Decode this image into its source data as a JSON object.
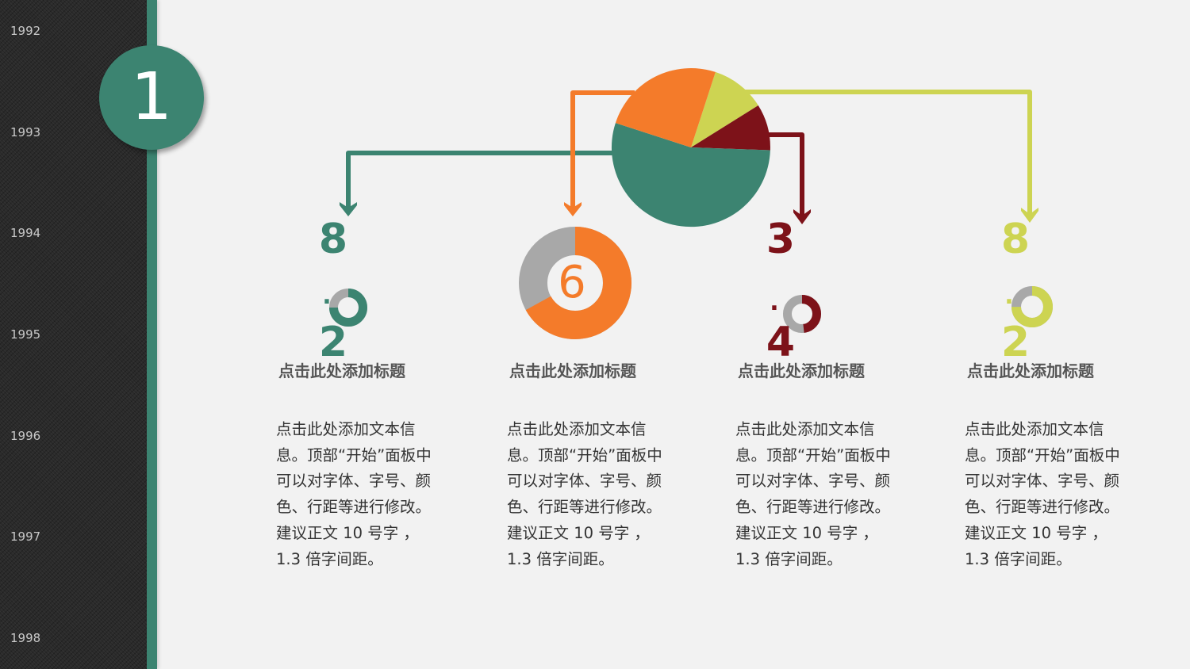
{
  "sidebar": {
    "years": [
      "1992",
      "1993",
      "1994",
      "1995",
      "1996",
      "1997",
      "1998"
    ]
  },
  "badge": {
    "number": "1"
  },
  "colors": {
    "green": "#3c8471",
    "orange": "#f47b2a",
    "darkred": "#7d1219",
    "yellow": "#cdd452",
    "gray": "#a8a8a8",
    "background": "#f2f2f2",
    "sidebar": "#2a2a2a"
  },
  "chart_data": [
    {
      "type": "pie",
      "title": "",
      "categories": [
        "yellow",
        "darkred",
        "green",
        "orange"
      ],
      "values": [
        11,
        9.5,
        54.5,
        25
      ],
      "colors": [
        "#cdd452",
        "#7d1219",
        "#3c8471",
        "#f47b2a"
      ]
    },
    {
      "type": "pie",
      "subtype": "donut",
      "items": [
        {
          "label": "8.2",
          "color": "#3c8471",
          "value": 75
        },
        {
          "label": "6",
          "color": "#f47b2a",
          "value": 67
        },
        {
          "label": "3.4",
          "color": "#7d1219",
          "value": 48
        },
        {
          "label": "8.2",
          "color": "#cdd452",
          "value": 75
        }
      ]
    }
  ],
  "columns": [
    {
      "num_top": "8",
      "num_dot": ".",
      "num_bottom": "2",
      "title": "点击此处添加标题",
      "body": "点击此处添加文本信息。顶部“开始”面板中可以对字体、字号、颜色、行距等进行修改。建议正文 10 号字 ， 1.3 倍字间距。"
    },
    {
      "num_center": "6",
      "title": "点击此处添加标题",
      "body": "点击此处添加文本信息。顶部“开始”面板中可以对字体、字号、颜色、行距等进行修改。建议正文 10 号字 ， 1.3 倍字间距。"
    },
    {
      "num_top": "3",
      "num_dot": ".",
      "num_bottom": "4",
      "title": "点击此处添加标题",
      "body": "点击此处添加文本信息。顶部“开始”面板中可以对字体、字号、颜色、行距等进行修改。建议正文 10 号字 ， 1.3 倍字间距。"
    },
    {
      "num_top": "8",
      "num_dot": ".",
      "num_bottom": "2",
      "title": "点击此处添加标题",
      "body": "点击此处添加文本信息。顶部“开始”面板中可以对字体、字号、颜色、行距等进行修改。建议正文 10 号字 ， 1.3 倍字间距。"
    }
  ]
}
